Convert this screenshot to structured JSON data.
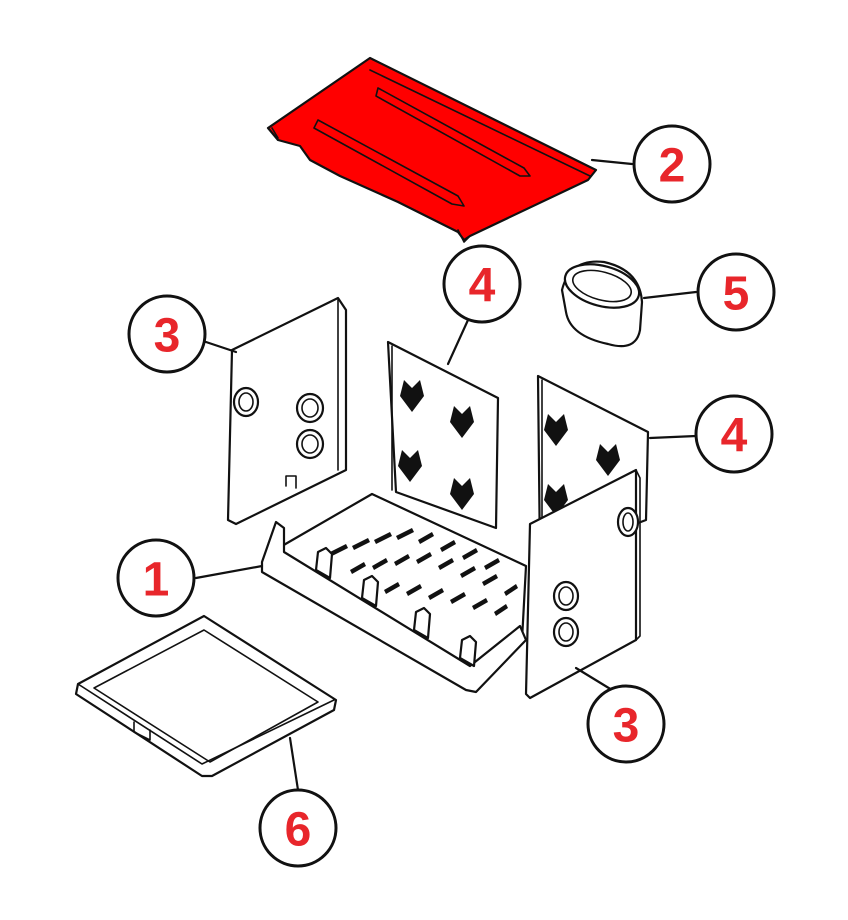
{
  "colors": {
    "highlight": "#ff0000",
    "callout_number": "#e8262b",
    "line": "#111111",
    "background": "#ffffff"
  },
  "callouts": [
    {
      "id": "top-plate",
      "label": "2"
    },
    {
      "id": "left-side-panel",
      "label": "3"
    },
    {
      "id": "back-panel-left",
      "label": "4"
    },
    {
      "id": "ring-cap",
      "label": "5"
    },
    {
      "id": "back-panel-right",
      "label": "4"
    },
    {
      "id": "grate-base",
      "label": "1"
    },
    {
      "id": "right-side-panel",
      "label": "3"
    },
    {
      "id": "ash-tray",
      "label": "6"
    }
  ]
}
